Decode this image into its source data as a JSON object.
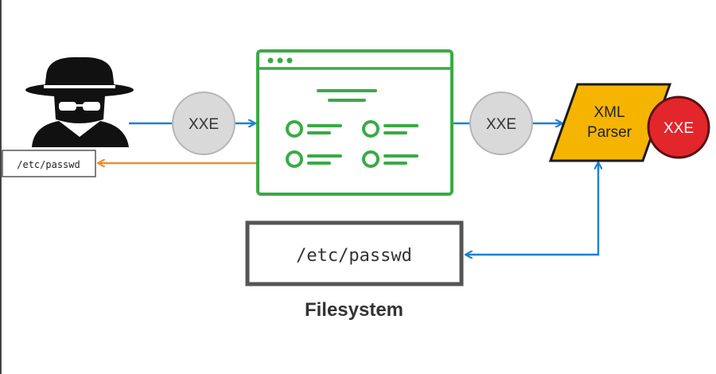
{
  "diagram": {
    "nodes": {
      "attacker": {
        "icon": "spy-icon"
      },
      "xxe_1": {
        "label": "XXE"
      },
      "web_app": {
        "icon": "browser-window-icon"
      },
      "xxe_2": {
        "label": "XXE"
      },
      "xml_parser": {
        "line1": "XML",
        "line2": "Parser"
      },
      "xxe_badge": {
        "label": "XXE"
      },
      "leaked_file": {
        "label": "/etc/passwd"
      },
      "file": {
        "label": "/etc/passwd"
      },
      "filesystem": {
        "label": "Filesystem"
      }
    },
    "colors": {
      "request_arrow": "#1f7fd1",
      "response_arrow": "#e8902e",
      "app_green": "#3aaa46",
      "parser_fill": "#f5b400",
      "badge_red": "#e3262b",
      "xxe_grey": "#d9d9d9",
      "file_border": "#555555"
    }
  }
}
